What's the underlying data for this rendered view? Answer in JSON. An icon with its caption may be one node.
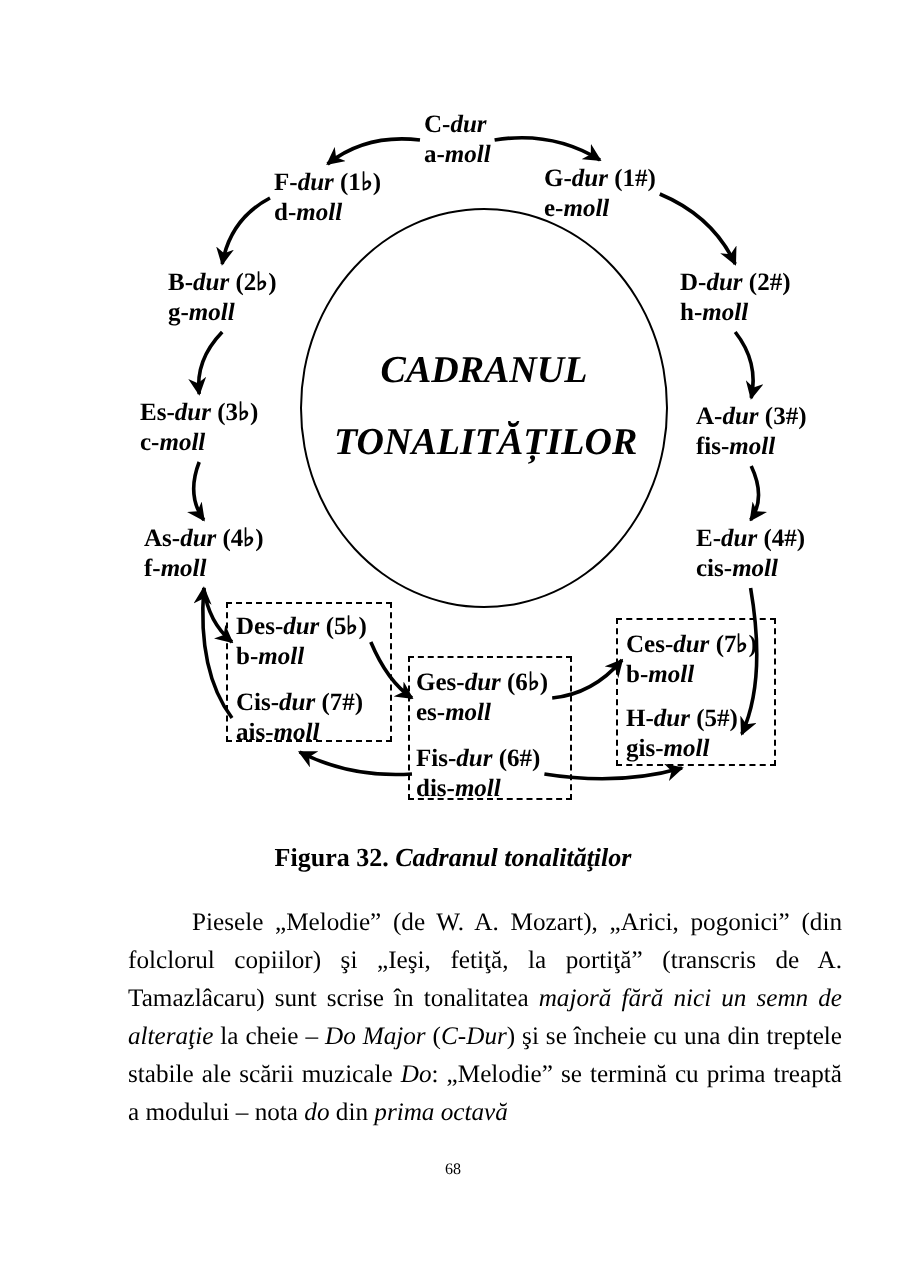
{
  "diagram": {
    "caption": "Figura 32. *Cadranul tonalităţilor*",
    "nodes": [
      {
        "text": [
          "CADRANUL TONALITĂȚILOR"
        ]
      },
      {
        "text": [
          "C-*dur*",
          "a-*moll*"
        ]
      },
      {
        "text": [
          "G-*dur* (1#)",
          "e-*moll*"
        ]
      },
      {
        "text": [
          "F-*dur* (1♭)",
          "d-*moll*"
        ]
      },
      {
        "text": [
          "D-*dur* (2#)",
          "h-*moll*"
        ]
      },
      {
        "text": [
          "B-*dur* (2♭)",
          "g-*moll*"
        ]
      },
      {
        "text": [
          "A-*dur* (3#)",
          "fis-*moll*"
        ]
      },
      {
        "text": [
          "Es-*dur* (3♭)",
          "c-*moll*"
        ]
      },
      {
        "text": [
          "E-*dur* (4#)",
          "cis-*moll*"
        ]
      },
      {
        "text": [
          "As-*dur* (4♭)",
          "f-*moll*"
        ]
      },
      {
        "text": [],
        "shape": "box"
      },
      {
        "text": [
          "Des-*dur* (5♭)",
          "b-*moll*"
        ],
        "in": 10
      },
      {
        "text": [
          "Cis-*dur* (7#)",
          "ais-*moll*"
        ],
        "in": 10
      },
      {
        "text": [],
        "shape": "box"
      },
      {
        "text": [
          "Ges-*dur* (6♭)",
          "es-*moll*"
        ],
        "in": 13
      },
      {
        "text": [
          "Fis-*dur* (6#)",
          "dis-*moll*"
        ],
        "in": 13
      },
      {
        "text": [],
        "shape": "box"
      },
      {
        "text": [
          "Ces-*dur* (7♭)",
          "b-*moll*"
        ],
        "in": 16
      },
      {
        "text": [
          "H-*dur* (5#)",
          "gis-*moll*"
        ],
        "in": 16
      }
    ],
    "edges": [
      {
        "from": 1,
        "to": 2,
        "arrow": "to"
      },
      {
        "from": 2,
        "to": 4,
        "arrow": "to"
      },
      {
        "from": 4,
        "to": 6,
        "arrow": "to"
      },
      {
        "from": 6,
        "to": 8,
        "arrow": "to"
      },
      {
        "from": 8,
        "to": 18,
        "arrow": "to"
      },
      {
        "from": 1,
        "to": 3,
        "arrow": "to"
      },
      {
        "from": 3,
        "to": 5,
        "arrow": "to"
      },
      {
        "from": 5,
        "to": 7,
        "arrow": "to"
      },
      {
        "from": 7,
        "to": 9,
        "arrow": "to"
      },
      {
        "from": 9,
        "to": 11,
        "arrow": "to"
      },
      {
        "from": 11,
        "to": 14,
        "arrow": "to"
      },
      {
        "from": 14,
        "to": 17,
        "arrow": "to"
      },
      {
        "from": 15,
        "to": 18,
        "arrow": "to"
      },
      {
        "from": 15,
        "to": 12,
        "arrow": "to"
      },
      {
        "from": 12,
        "to": 9,
        "arrow": "to"
      }
    ],
    "labels": [
      "Piesele „Melodie” (de W. A. Mozart), „Arici, pogonici” (din folclorul copiilor) şi „Ieşi, fetiţă, la portiţă” (transcris de A. Tamazlâcaru) sunt scrise în tonalitatea *majoră fără nici un semn de alteraţie* la cheie – *Do Major* (*C-Dur*) şi se încheie cu una din treptele stabile ale scării muzicale *Do*: „Melodie” se termină cu prima treaptă a modului – nota *do* din *prima octavă*",
      "68"
    ]
  }
}
